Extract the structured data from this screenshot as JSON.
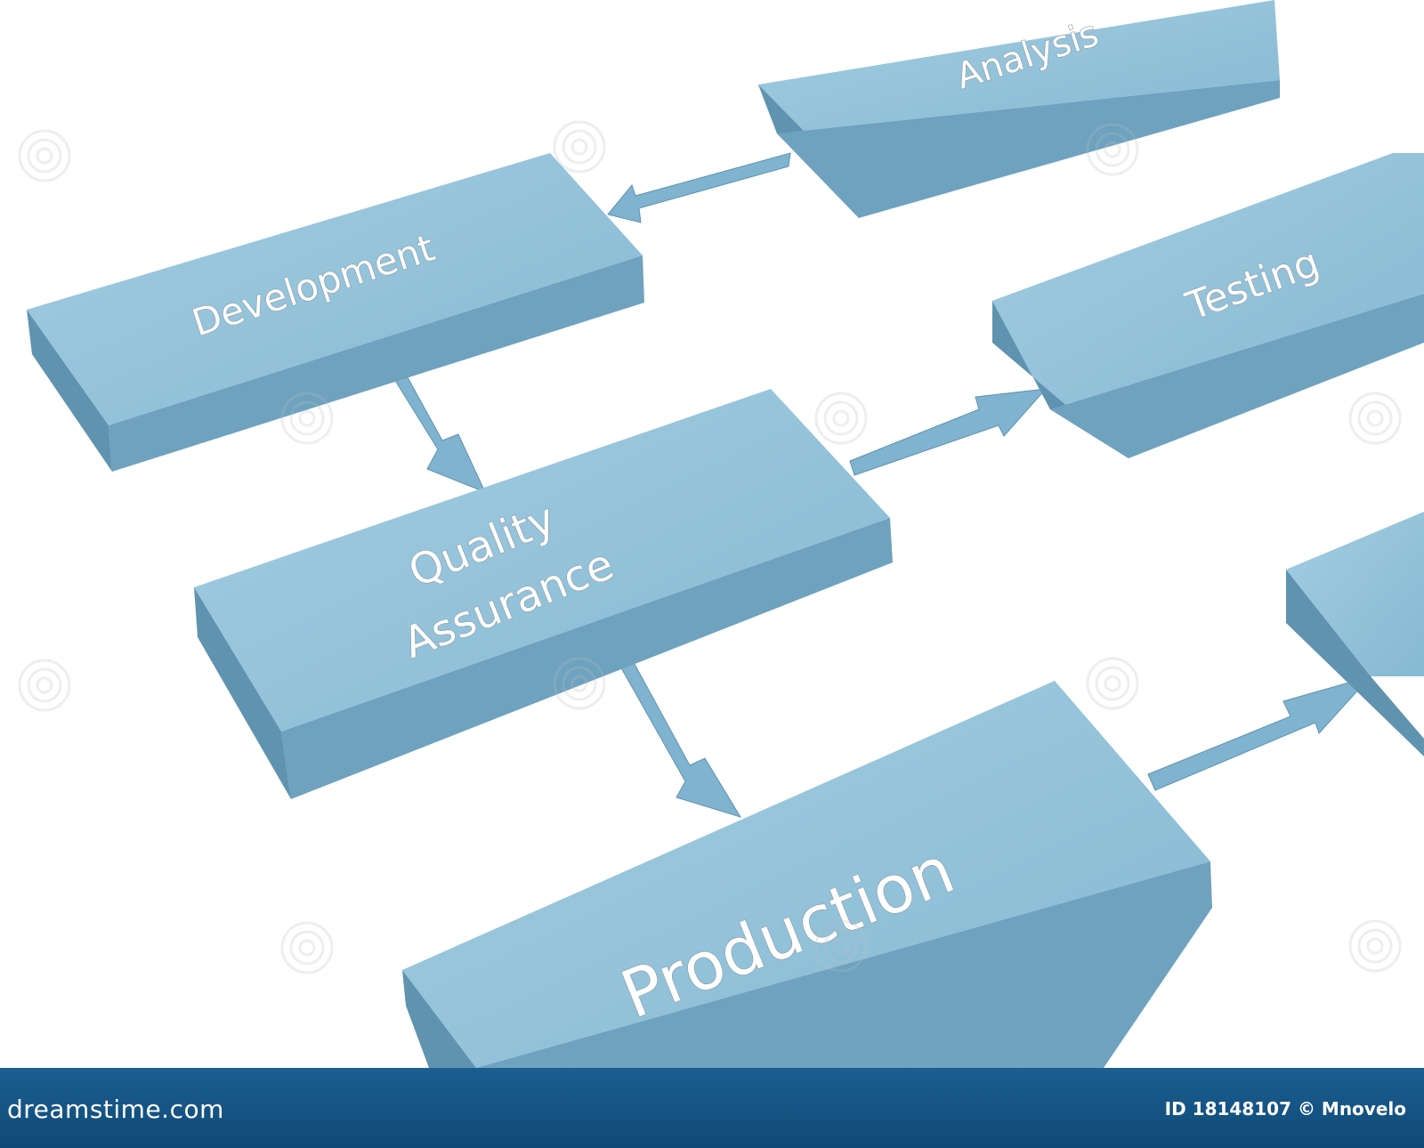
{
  "boxes": {
    "analysis": "Analysis",
    "development": "Development",
    "testing": "Testing",
    "qa_line1": "Quality",
    "qa_line2": "Assurance",
    "production": "Production"
  },
  "footer": {
    "site": "dreamstime.com",
    "id_text": "ID 18148107 © Mnovelo"
  },
  "colors": {
    "box_top": "#93c2da",
    "box_side": "#5f93b0",
    "box_front": "#6ea2bf",
    "label": "#ffffff",
    "footer": "#155384"
  }
}
